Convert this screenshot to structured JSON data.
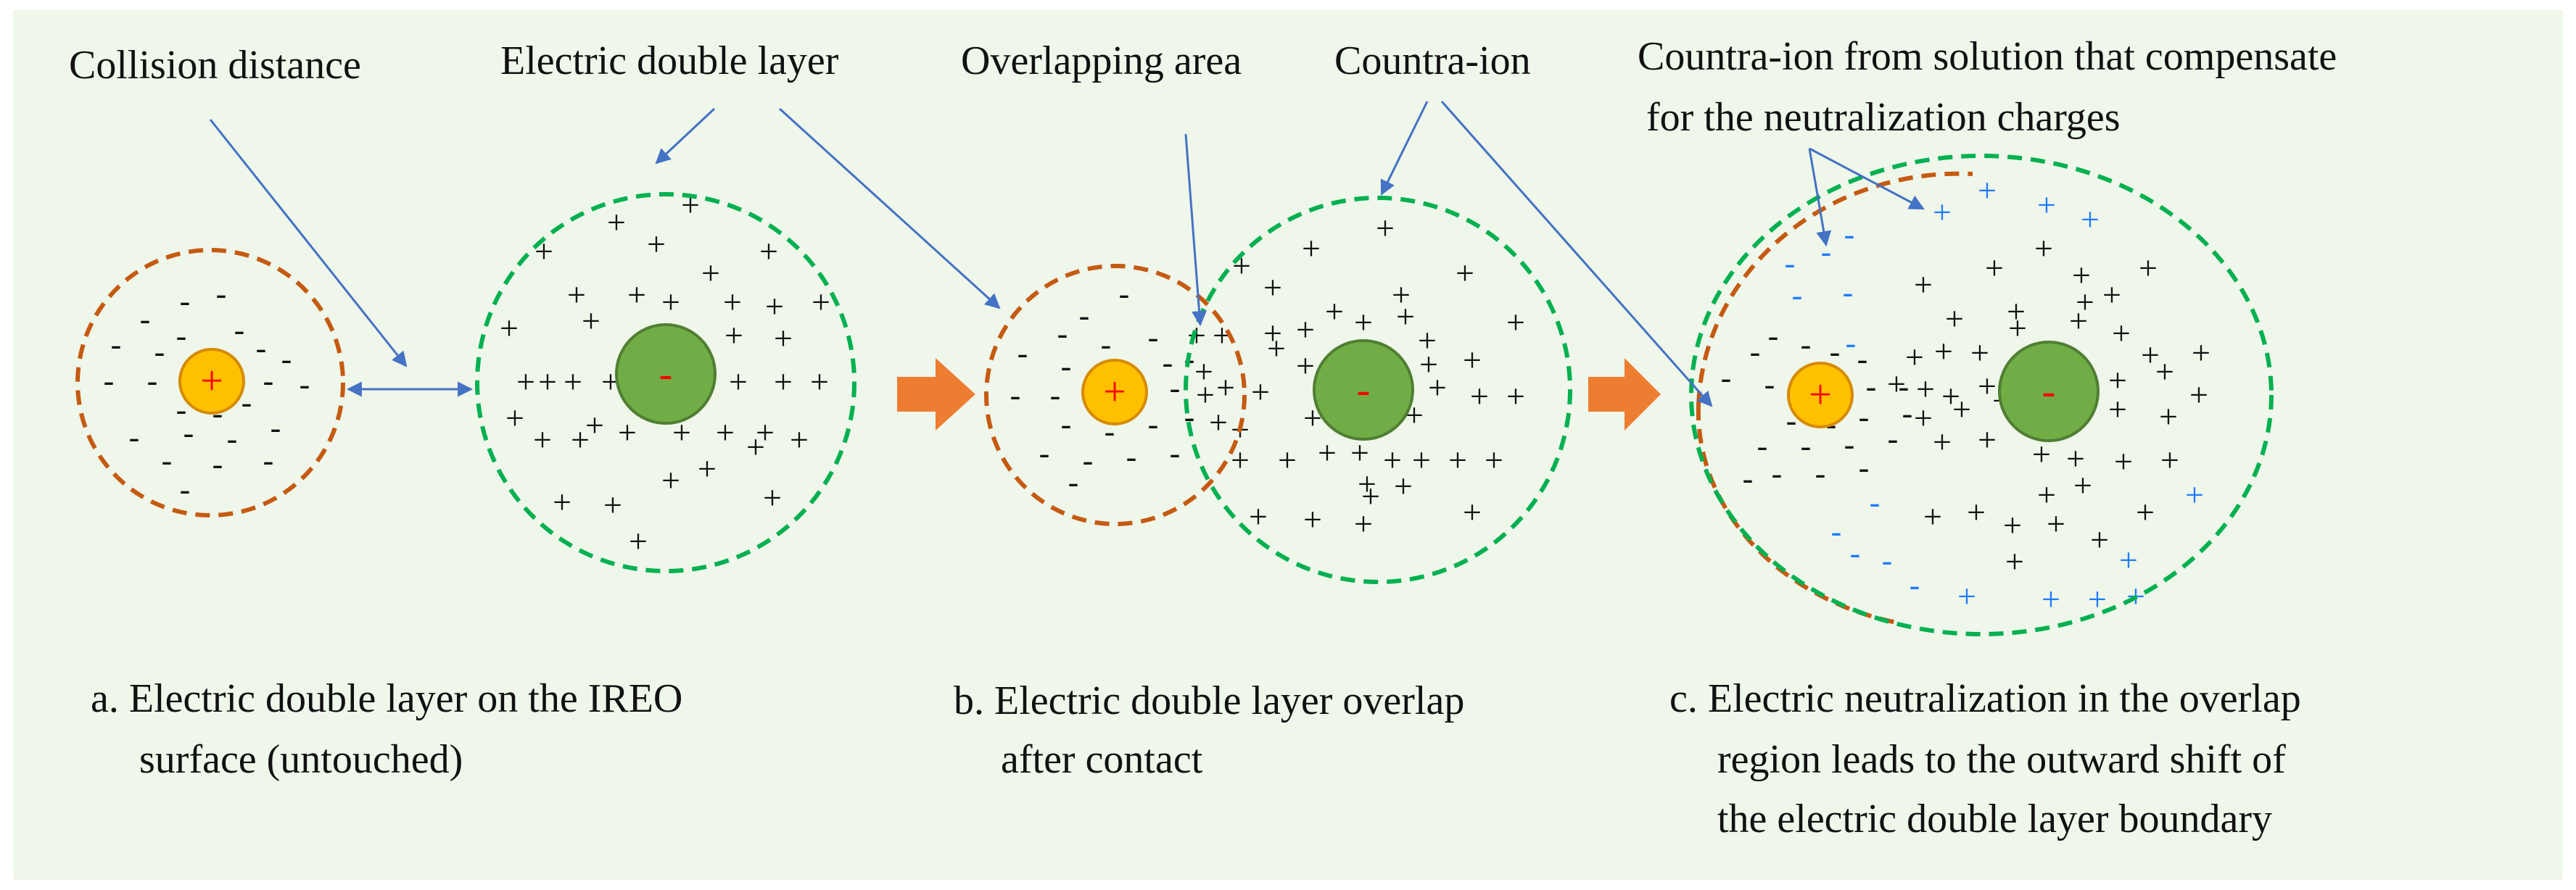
{
  "colors": {
    "background": "#eff6ea",
    "positive_core": "#ffc000",
    "positive_core_stroke": "#d68a00",
    "negative_core": "#70ad47",
    "negative_core_stroke": "#507e32",
    "orange_boundary": "#c55a11",
    "green_boundary": "#00b050",
    "core_sign": "#ff0000",
    "pointer_arrow": "#4472c4",
    "process_arrow": "#ed7d31",
    "compensating_ion": "#1f7bff",
    "ion": "#111111"
  },
  "signs": {
    "plus": "+",
    "minus": "-"
  },
  "labels": {
    "collision_distance": "Collision  distance",
    "electric_double_layer": "Electric  double layer",
    "overlapping_area": "Overlapping area",
    "countra_ion": "Countra-ion",
    "countra_ion_from_solution_line1": "Countra-ion from solution that compensate",
    "countra_ion_from_solution_line2": "for the neutralization charges"
  },
  "captions": {
    "a": {
      "line1": "a. Electric  double layer on the IREO",
      "line2": "surface (untouched)"
    },
    "b": {
      "line1": "b. Electric  double layer overlap",
      "line2": "after contact"
    },
    "c": {
      "line1": "c. Electric neutralization in the overlap",
      "line2": "region leads to the outward shift of",
      "line3": "the electric double layer boundary"
    }
  }
}
